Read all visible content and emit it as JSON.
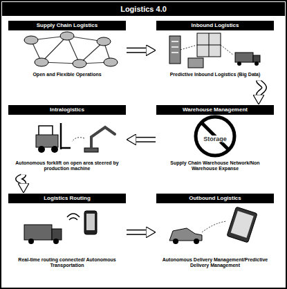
{
  "diagram": {
    "title": "Logistics 4.0",
    "nodes": [
      {
        "text": [
          "Supply Chain Logistics",
          "Open and Flexible Operations"
        ]
      },
      {
        "text": [
          "Inbound Logistics",
          "Predictive Inbound Logistics (Big Data)"
        ]
      },
      {
        "text": [
          "Intralogistics",
          "Autonomous forklift on open area steered by production machine"
        ]
      },
      {
        "text": [
          "Warehouse Management",
          "Supply Chain Warehouse Network/Non Warehouse Expanse"
        ]
      },
      {
        "text": [
          "Logistics Routing",
          "Real-time routing connected/ Autonomous Transportation"
        ]
      },
      {
        "text": [
          "Outbound Logistics",
          "Autonomous Delivery Management/Predictive Delivery Management"
        ]
      }
    ],
    "edges": [
      {
        "from": 0,
        "to": 1,
        "arrow": "to"
      },
      {
        "from": 1,
        "to": 3,
        "arrow": "to"
      },
      {
        "from": 3,
        "to": 2,
        "arrow": "to"
      },
      {
        "from": 2,
        "to": 4,
        "arrow": "to"
      },
      {
        "from": 4,
        "to": 5,
        "arrow": "to"
      }
    ],
    "labels": [
      "Storage"
    ]
  }
}
